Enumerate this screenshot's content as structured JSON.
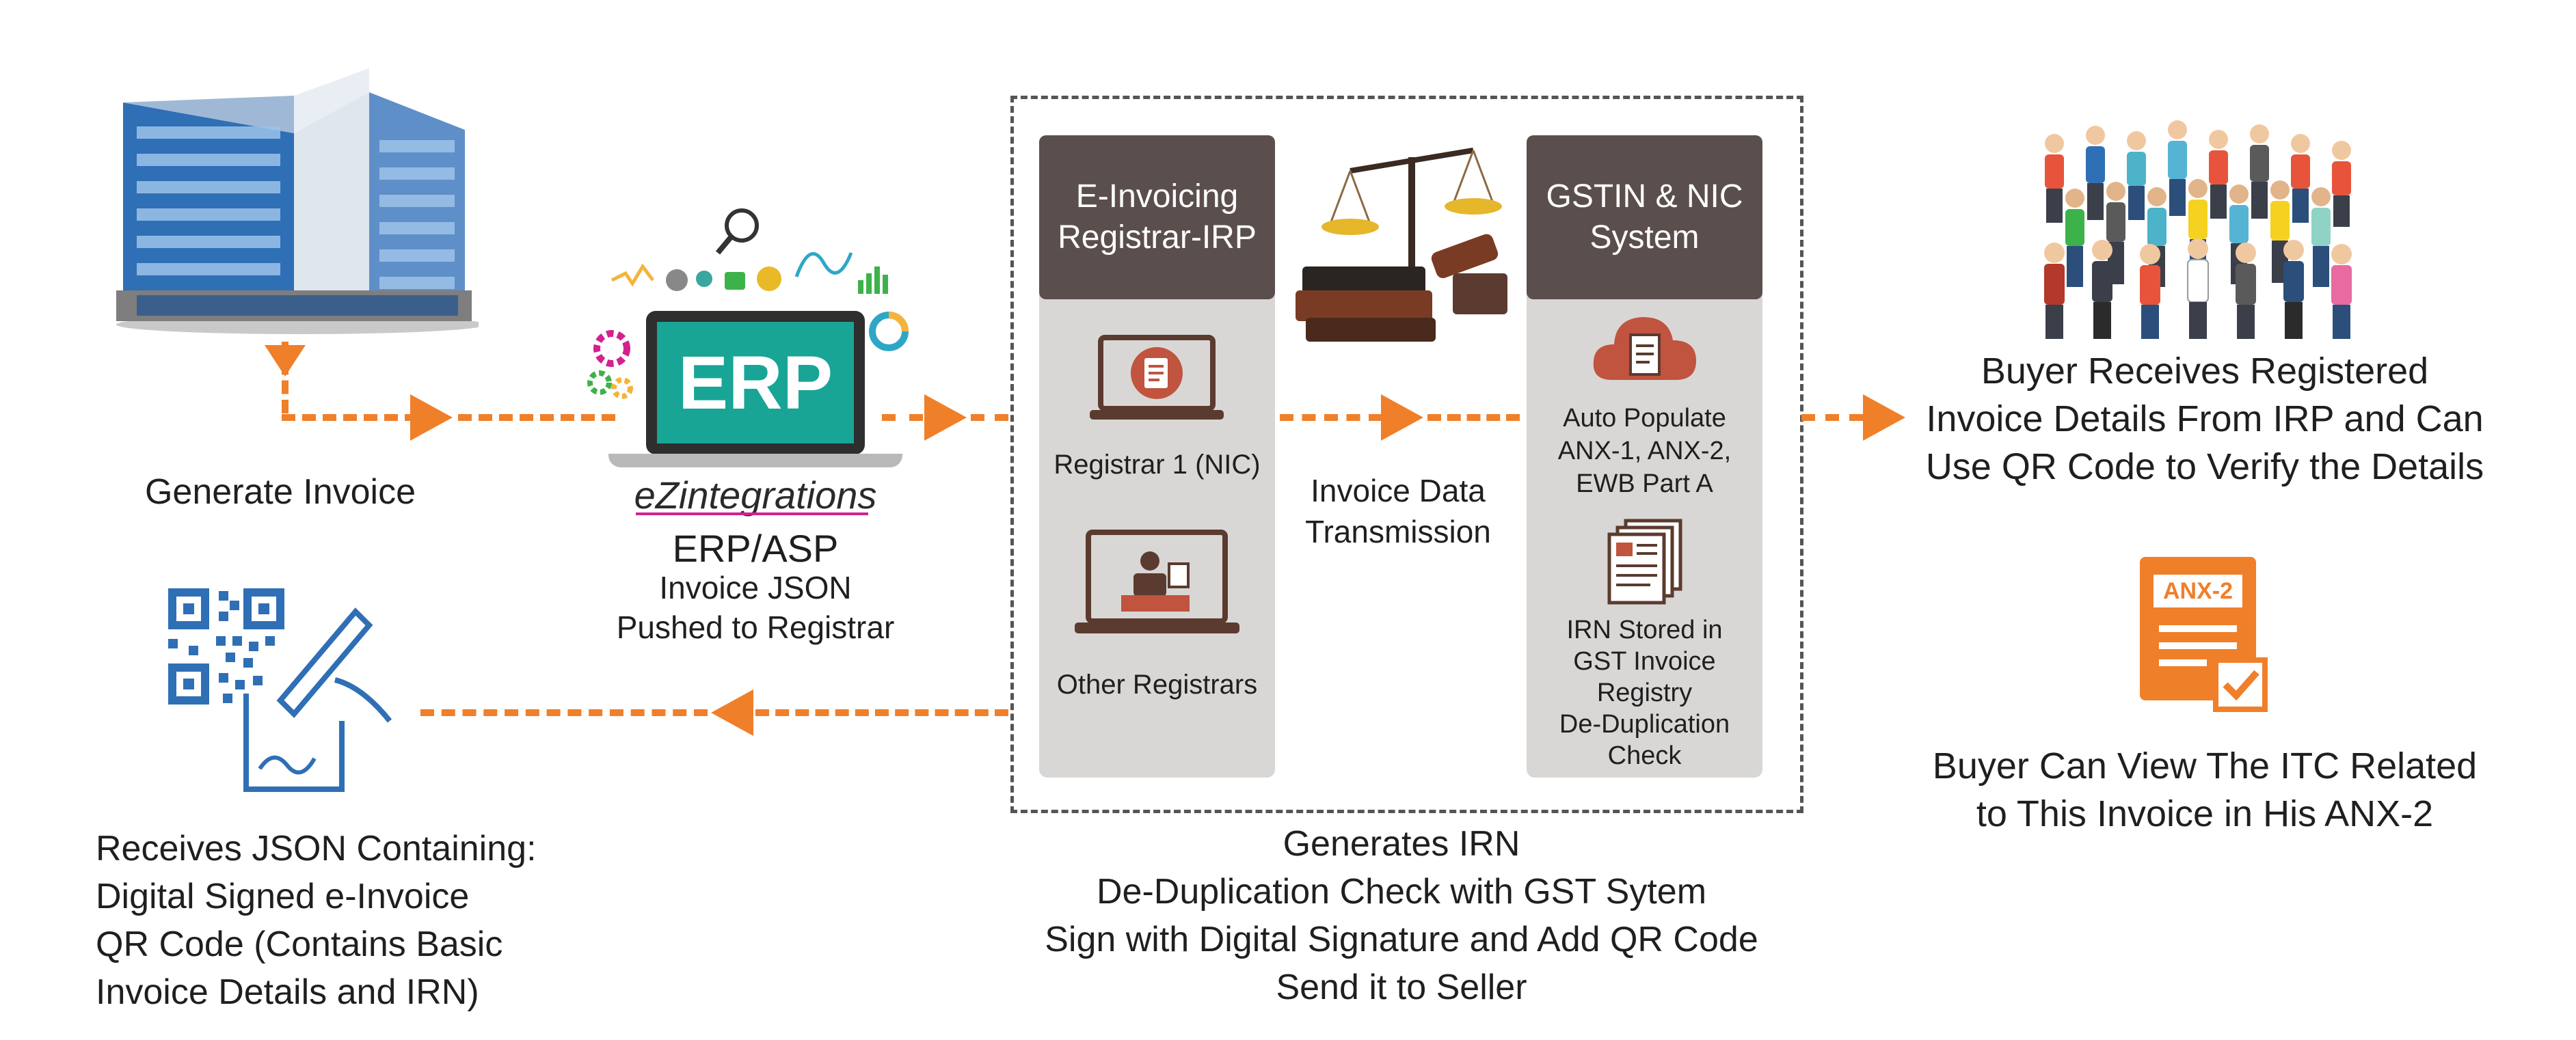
{
  "colors": {
    "accent": "#f07f2a",
    "panel_header": "#5b4f4d",
    "panel_body": "#d9d7d5",
    "erp_teal": "#18a596"
  },
  "left": {
    "generate_invoice": "Generate Invoice",
    "erp_logo": "ERP",
    "brand": "eZintegrations",
    "erp_title": "ERP/ASP",
    "erp_lines": [
      "Invoice JSON",
      "Pushed to Registrar"
    ],
    "receives_lines": [
      "Receives JSON Containing:",
      "Digital Signed e-Invoice",
      "QR Code (Contains Basic",
      "Invoice Details and IRN)"
    ]
  },
  "center": {
    "registrar_header": [
      "E-Invoicing",
      "Registrar-IRP"
    ],
    "registrar_1": "Registrar 1 (NIC)",
    "other_registrars": "Other Registrars",
    "transmission": [
      "Invoice Data",
      "Transmission"
    ],
    "gstin_header": [
      "GSTIN & NIC",
      "System"
    ],
    "auto_populate": [
      "Auto Populate",
      "ANX-1, ANX-2,",
      "EWB Part A"
    ],
    "irn_stored": [
      "IRN Stored in",
      "GST Invoice",
      "Registry",
      "De-Duplication",
      "Check"
    ],
    "generates_lines": [
      "Generates IRN",
      "De-Duplication Check with GST Sytem",
      "Sign with Digital Signature and Add QR Code",
      "Send it to Seller"
    ]
  },
  "right": {
    "buyer_receives": [
      "Buyer Receives Registered",
      "Invoice Details From IRP and Can",
      "Use QR Code to Verify the Details"
    ],
    "anx_badge": "ANX-2",
    "buyer_view": [
      "Buyer Can View The ITC Related",
      "to This Invoice in His ANX-2"
    ]
  }
}
